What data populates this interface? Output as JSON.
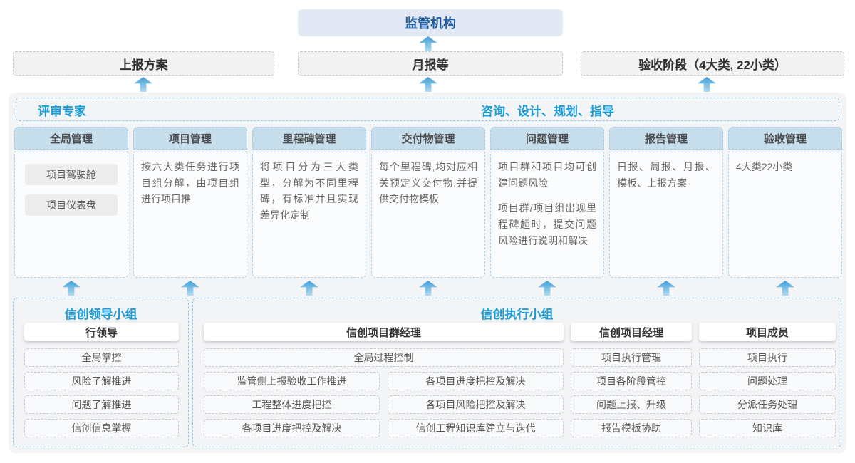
{
  "regulator": {
    "label": "监管机构"
  },
  "reports": {
    "plan": "上报方案",
    "monthly": "月报等",
    "acceptance": "验收阶段（4大类, 22小类）"
  },
  "advisors": {
    "left": "评审专家",
    "right": "咨询、设计、规划、指导"
  },
  "columns": [
    {
      "title": "全局管理",
      "chips": [
        "项目驾驶舱",
        "项目仪表盘"
      ]
    },
    {
      "title": "项目管理",
      "p1": "按六大类任务进行项目组分解，由项目组进行项目推"
    },
    {
      "title": "里程碑管理",
      "p1": "将项目分为三大类型，分解为不同里程碑，有标准并且实现差异化定制"
    },
    {
      "title": "交付物管理",
      "p1": "每个里程碑,均对应相关预定义交付物,并提供交付物模板"
    },
    {
      "title": "问题管理",
      "p1": "项目群和项目均可创建问题风险",
      "p2": "项目群/项目组出现里程碑超时，提交问题风险进行说明和解决"
    },
    {
      "title": "报告管理",
      "p1": "日报、周报、月报、模板、上报方案"
    },
    {
      "title": "验收管理",
      "p1": "4大类22小类"
    }
  ],
  "leader_group": {
    "title": "信创领导小组",
    "role": "行领导",
    "items": [
      "全局掌控",
      "风险了解推进",
      "问题了解推进",
      "信创信息掌握"
    ]
  },
  "exec_group": {
    "title": "信创执行小组",
    "pgm": {
      "role": "信创项目群经理",
      "wide": "全局过程控制",
      "left": [
        "监管侧上报验收工作推进",
        "工程整体进度把控",
        "各项目进度把控及解决"
      ],
      "right": [
        "各项目进度把控及解决",
        "各项目风险把控及解决",
        "信创工程知识库建立与迭代"
      ]
    },
    "pm": {
      "role": "信创项目经理",
      "items": [
        "项目执行管理",
        "项目各阶段管控",
        "问题上报、升级",
        "报告模板协助"
      ]
    },
    "members": {
      "role": "项目成员",
      "items": [
        "项目执行",
        "问题处理",
        "分派任务处理",
        "知识库"
      ]
    }
  },
  "colors": {
    "accent_blue": "#1b9cd8",
    "navy_blue": "#1f5d9e",
    "dashed_blue": "#8fc8ea",
    "column_header_bg": "#c6ddec",
    "panel_bg": "#f3f4f6",
    "arrow_blue": "#419fd9"
  }
}
